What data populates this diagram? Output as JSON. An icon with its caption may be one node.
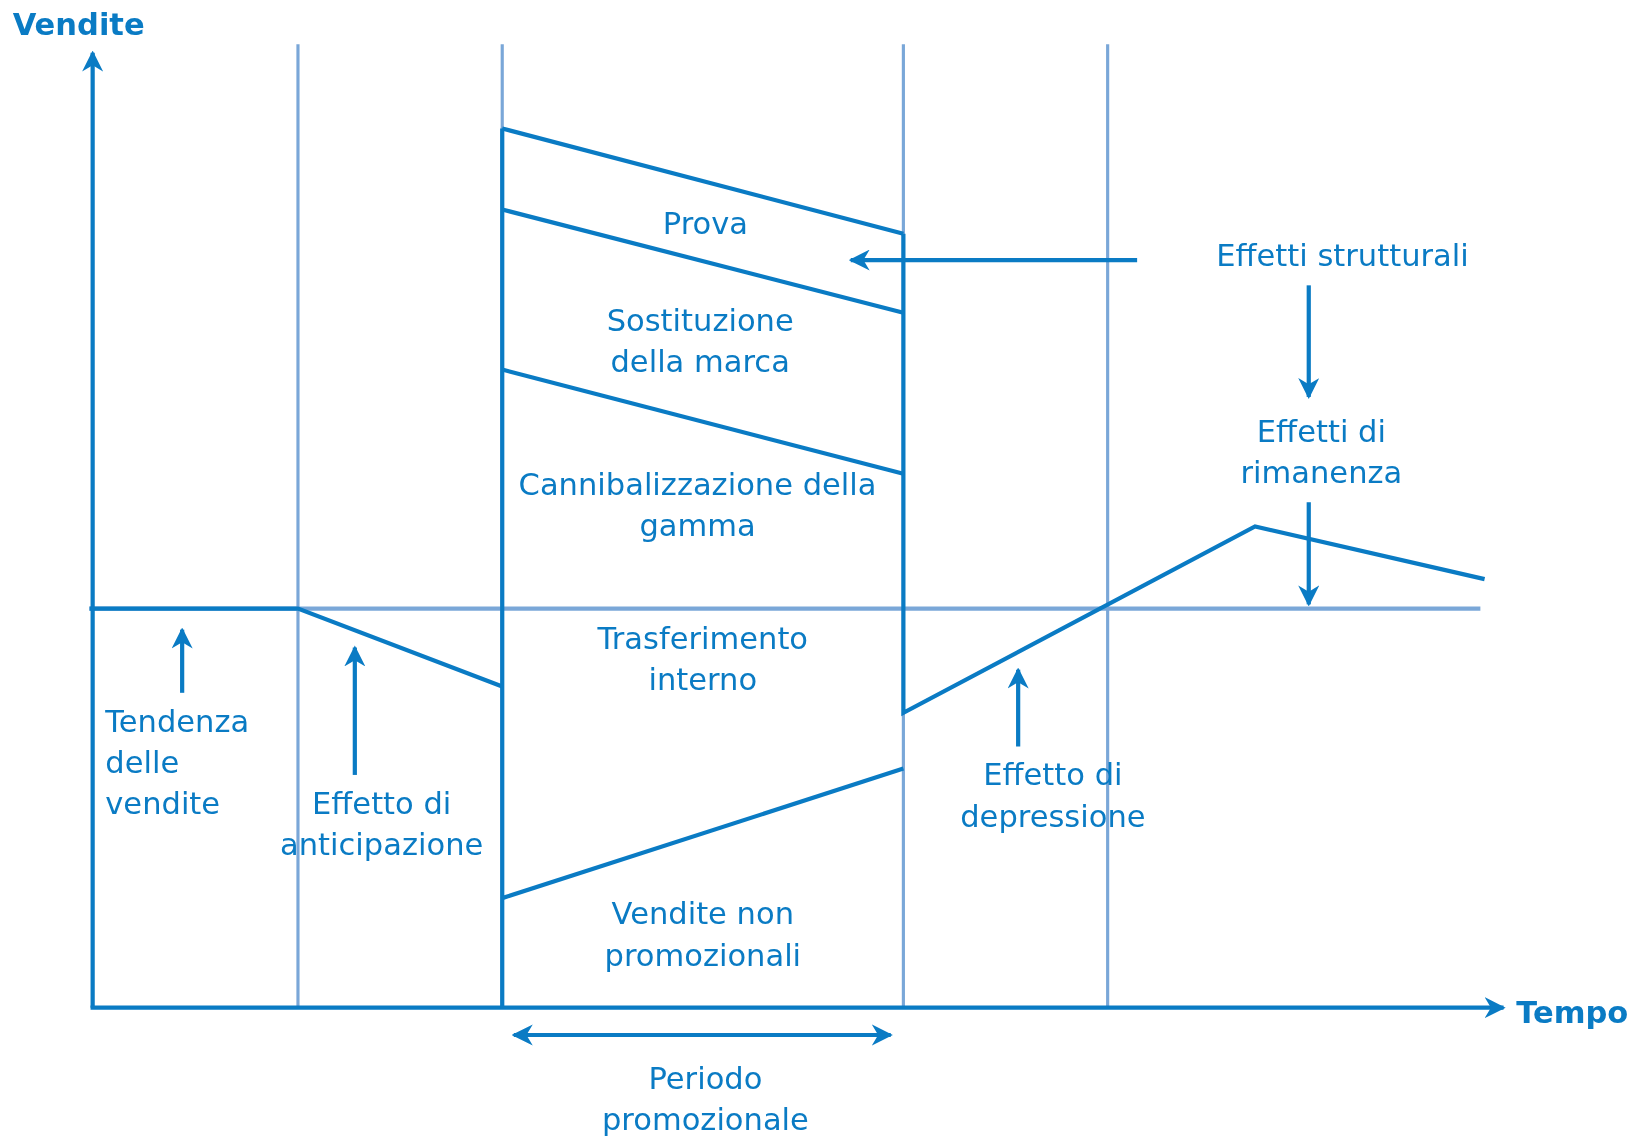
{
  "diagram": {
    "nodes": [
      {
        "text": [
          "Tendenza delle vendite"
        ]
      },
      {
        "text": [
          "Effetto di anticipazione"
        ]
      },
      {
        "text": [
          "Effetto di depressione"
        ]
      },
      {
        "text": [
          "Effetti strutturali"
        ]
      },
      {
        "text": [
          "Effetti di rimanenza"
        ]
      }
    ],
    "edges": [
      {
        "from": 0,
        "to": null,
        "arrow": "to"
      },
      {
        "from": 1,
        "to": null,
        "arrow": "to"
      },
      {
        "from": 2,
        "to": null,
        "arrow": "to"
      },
      {
        "from": 3,
        "to": null,
        "arrow": "to"
      },
      {
        "from": 3,
        "to": 4,
        "arrow": "to"
      },
      {
        "from": 4,
        "to": null,
        "arrow": "to"
      }
    ],
    "labels": [
      "Vendite",
      "Prova",
      "Sostituzione della marca",
      "Cannibalizzazione della gamma",
      "Trasferimento interno",
      "Vendite non promozionali",
      "Tempo",
      "Periodo promozionale"
    ]
  }
}
